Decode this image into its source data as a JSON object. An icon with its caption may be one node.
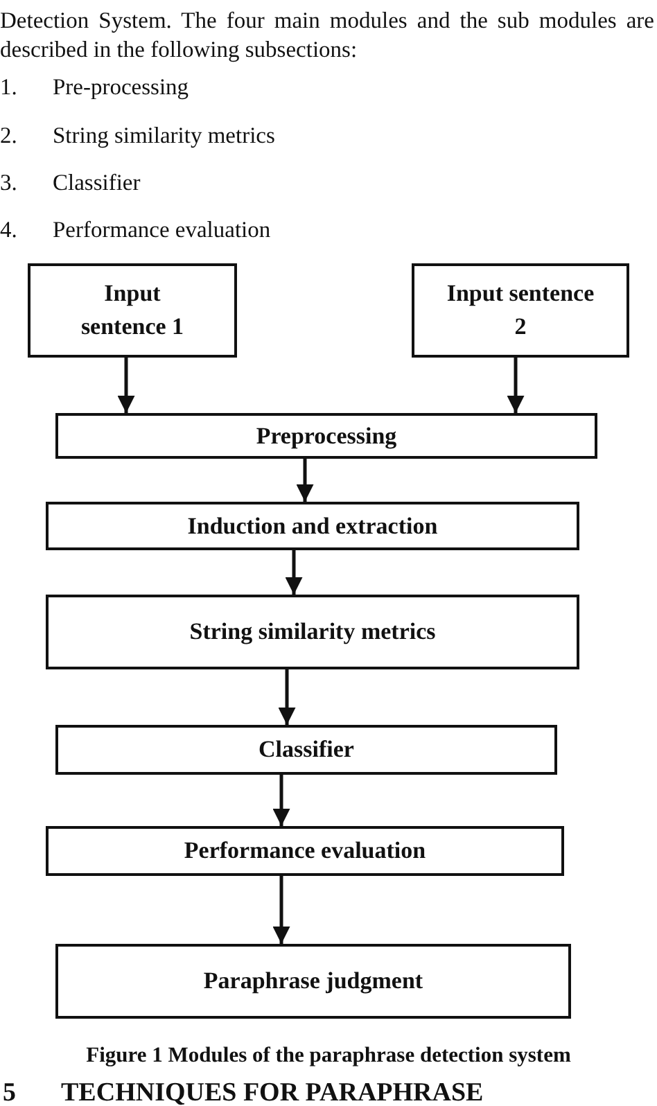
{
  "diagram": {
    "caption": "Figure 1 Modules of the paraphrase detection system",
    "nodes": [
      {
        "text": [
          "Input sentence 1"
        ]
      },
      {
        "text": [
          "Input sentence 2"
        ]
      },
      {
        "text": [
          "Preprocessing"
        ]
      },
      {
        "text": [
          "Induction and extraction"
        ]
      },
      {
        "text": [
          "String similarity metrics"
        ]
      },
      {
        "text": [
          "Classifier"
        ]
      },
      {
        "text": [
          "Performance evaluation"
        ]
      },
      {
        "text": [
          "Paraphrase judgment"
        ]
      }
    ],
    "edges": [
      {
        "from": 0,
        "to": 2,
        "arrow": "to"
      },
      {
        "from": 1,
        "to": 2,
        "arrow": "to"
      },
      {
        "from": 2,
        "to": 3,
        "arrow": "to"
      },
      {
        "from": 3,
        "to": 4,
        "arrow": "to"
      },
      {
        "from": 4,
        "to": 5,
        "arrow": "to"
      },
      {
        "from": 5,
        "to": 6,
        "arrow": "to"
      },
      {
        "from": 6,
        "to": 7,
        "arrow": "to"
      }
    ],
    "labels": [
      "Detection System. The four main modules and the sub modules are described in the following subsections:",
      "1.",
      "Pre-processing",
      "2.",
      "String similarity metrics",
      "3.",
      "Classifier",
      "4.",
      "Performance evaluation",
      "5",
      "TECHNIQUES FOR PARAPHRASE"
    ]
  }
}
